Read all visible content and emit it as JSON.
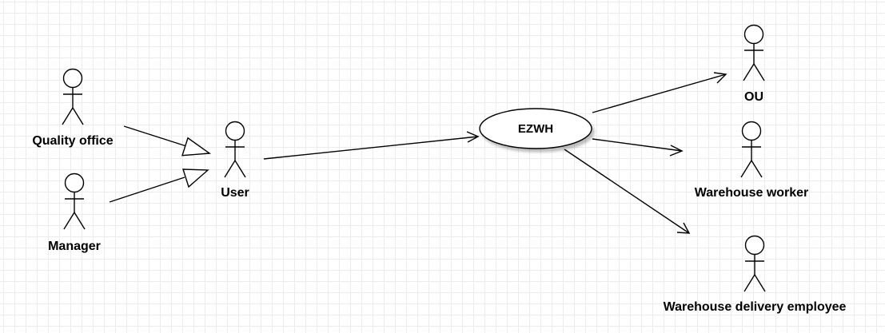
{
  "actors": {
    "quality_office": "Quality office",
    "manager": "Manager",
    "user": "User",
    "ou": "OU",
    "warehouse_worker": "Warehouse worker",
    "warehouse_delivery_employee": "Warehouse delivery employee"
  },
  "use_case": {
    "ezwh": "EZWH"
  },
  "colors": {
    "grid": "#ececec",
    "stroke": "#000000",
    "fill": "#ffffff",
    "shadow": "#d9d9d9"
  }
}
